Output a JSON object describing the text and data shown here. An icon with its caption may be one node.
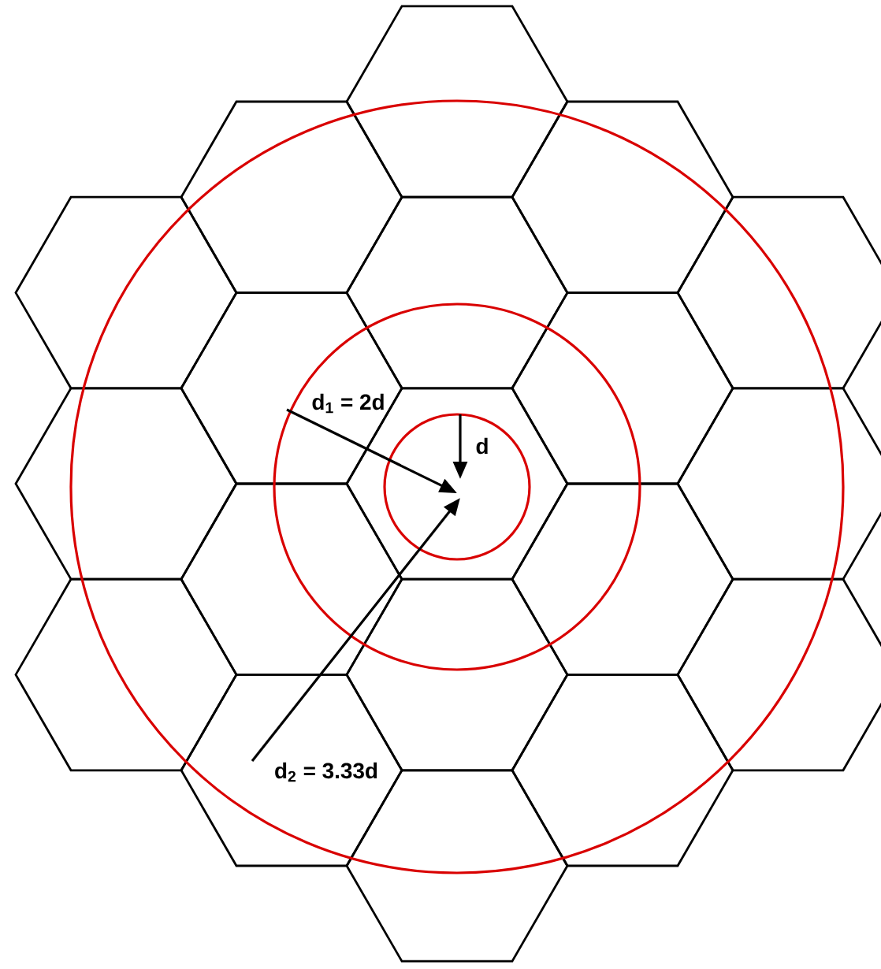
{
  "diagram": {
    "labels": [
      "d$_{1}$ = 2d",
      "d",
      "d$_{2}$ = 3.33d"
    ]
  }
}
